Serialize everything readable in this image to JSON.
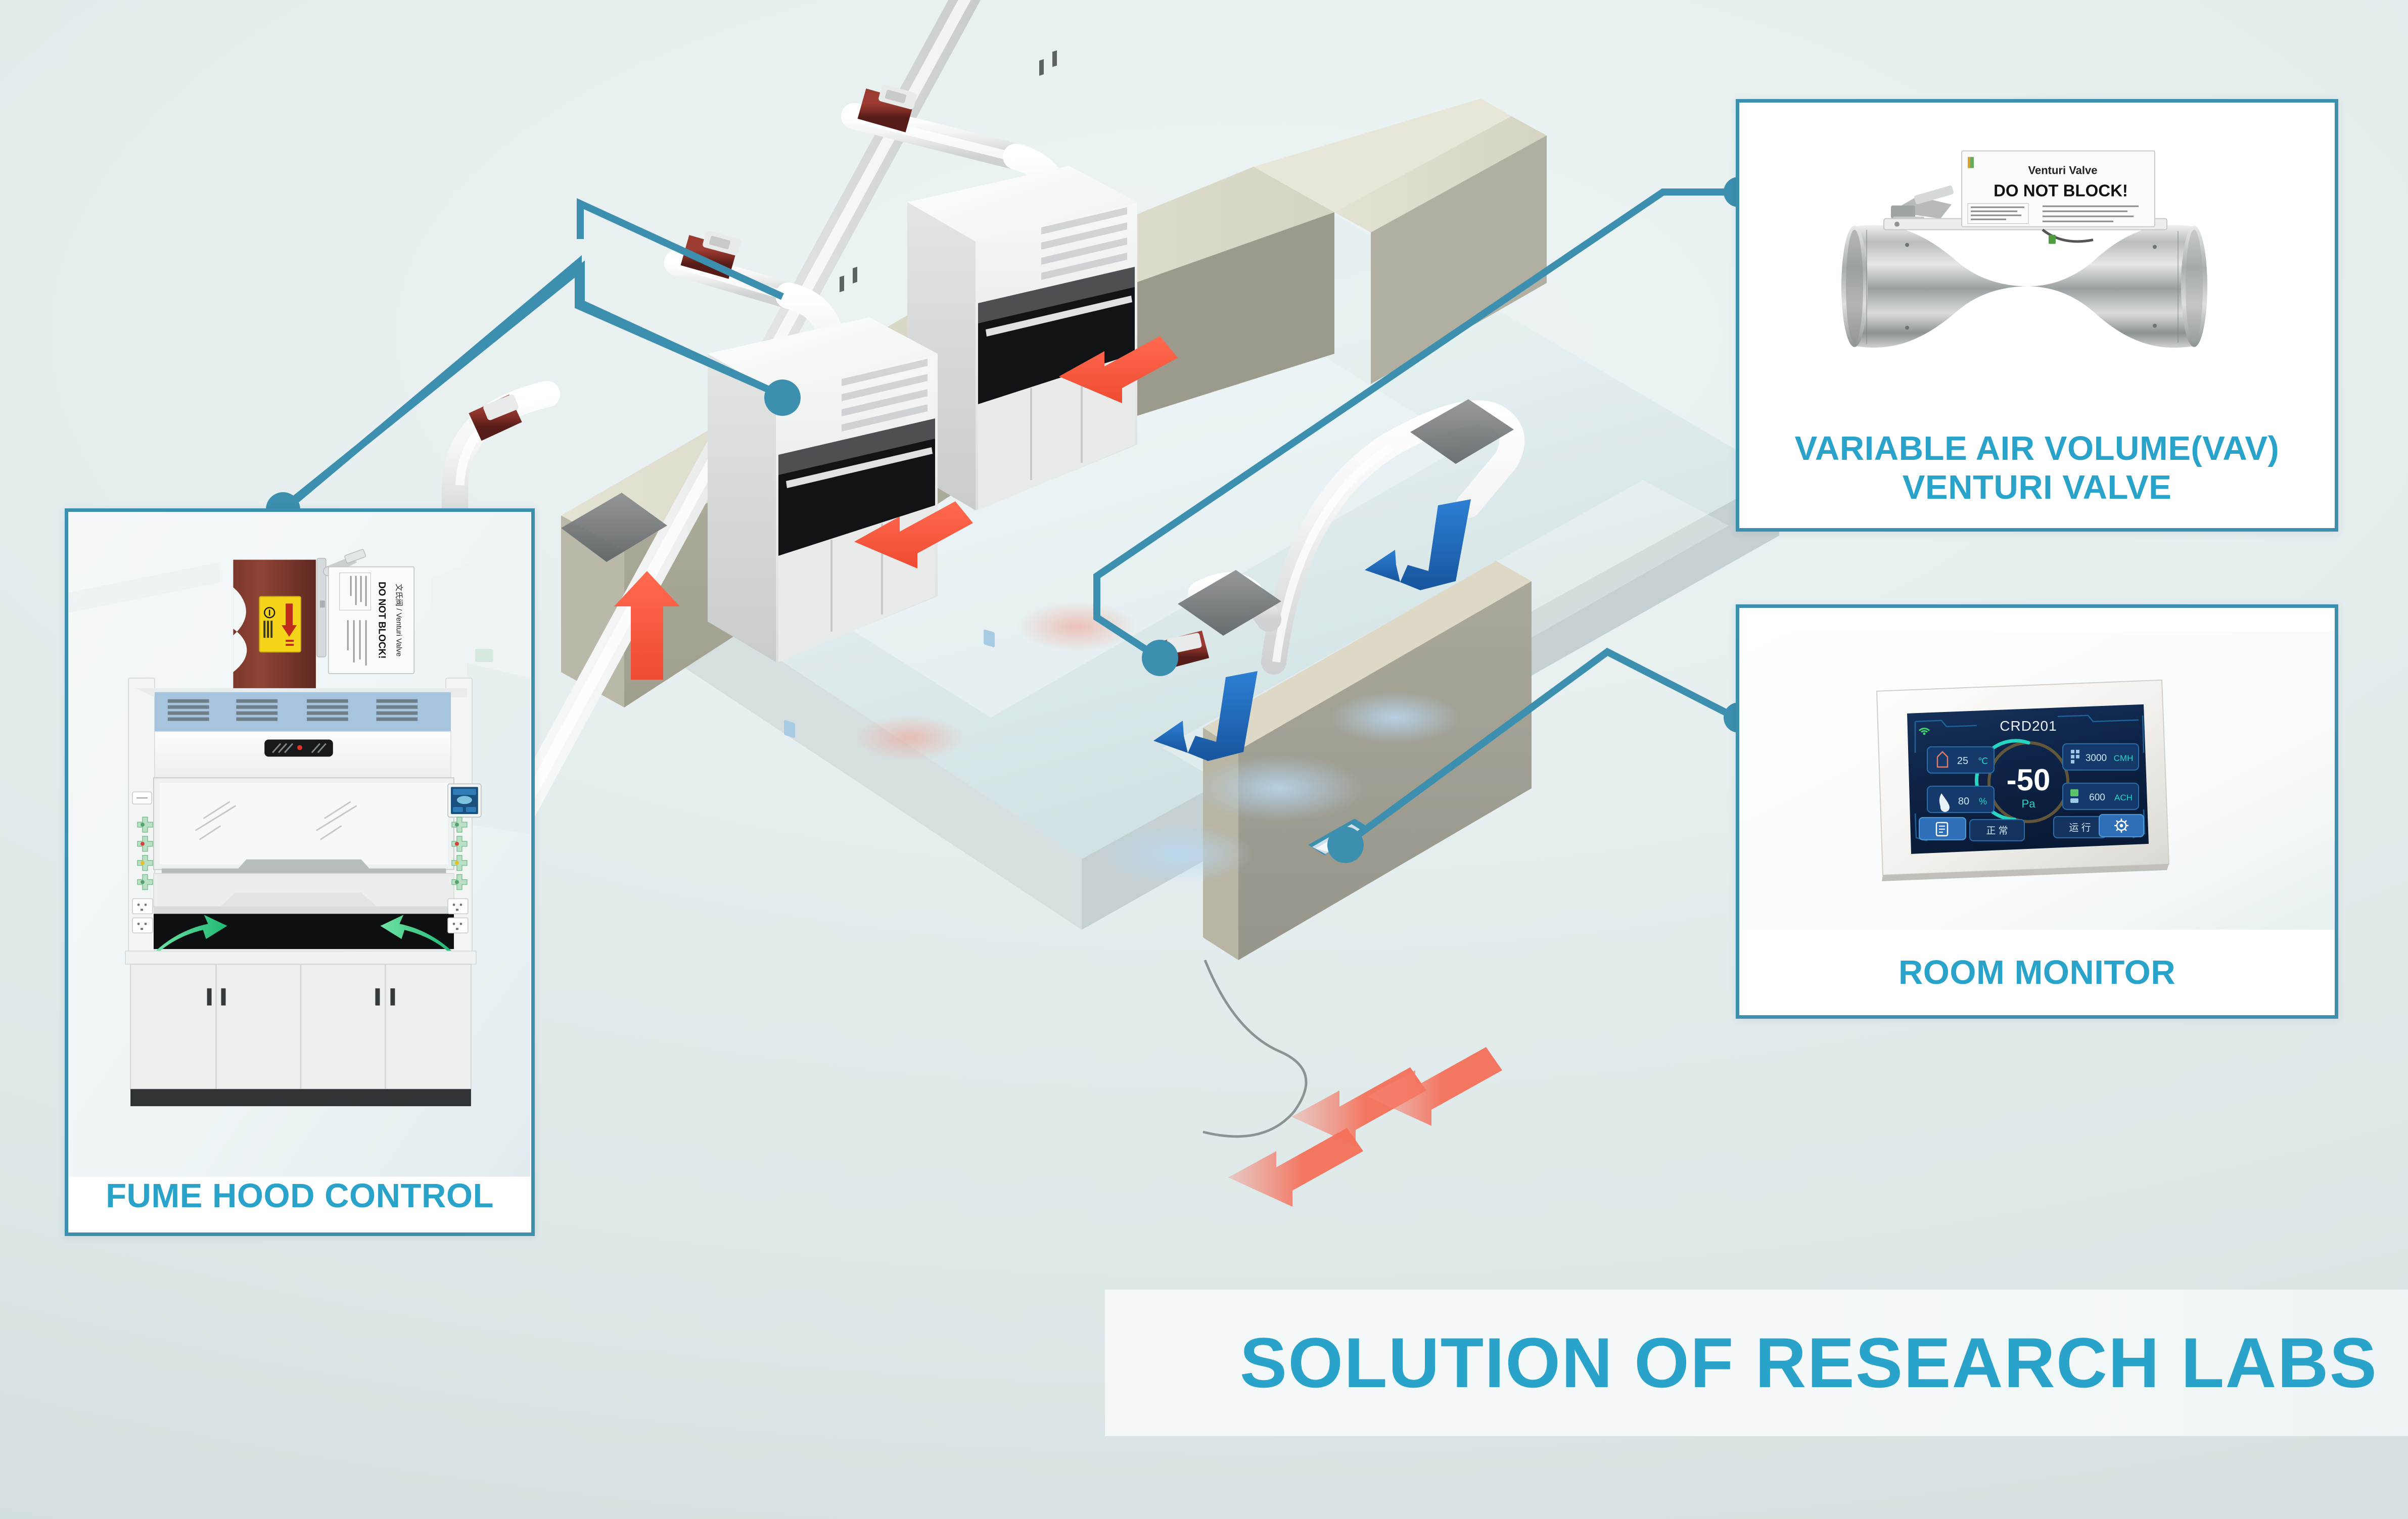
{
  "page": {
    "title": "SOLUTION OF RESEARCH LABS",
    "accent_color": "#29a3c9",
    "border_color": "#3c8fae",
    "background_color": "#dfe8e9"
  },
  "callouts": [
    {
      "id": "vav",
      "caption_line1": "VARIABLE AIR VOLUME(VAV)",
      "caption_line2": "VENTURI VALVE",
      "image": {
        "subject": "venturi-valve-photograph",
        "label_title": "Venturi Valve",
        "label_warning": "DO NOT BLOCK!"
      }
    },
    {
      "id": "room",
      "caption_line1": "ROOM MONITOR",
      "caption_line2": "",
      "image": {
        "subject": "room-monitor-touchscreen",
        "screen": {
          "room_id": "CRD201",
          "pressure_value": "-50",
          "pressure_unit": "Pa",
          "temperature": "25",
          "temperature_unit": "℃",
          "humidity": "80",
          "humidity_unit": "%",
          "airflow": "3000",
          "airflow_unit": "CMH",
          "air_changes": "600",
          "air_changes_unit": "ACH",
          "button_left_label": "正 常",
          "button_right_label": "运 行",
          "icon_left": "document-icon",
          "icon_right": "gear-icon",
          "status_icon": "wifi-icon"
        }
      }
    },
    {
      "id": "hood",
      "caption_line1": "FUME HOOD CONTROL",
      "caption_line2": "",
      "image": {
        "subject": "fume-hood-front-view-diagram",
        "valve_label_title": "文氏阀 / Venturi Valve",
        "valve_label_warning": "DO NOT BLOCK!",
        "hazard_sticker": "warning-arrow-sticker"
      }
    }
  ],
  "scene": {
    "name": "isometric-laboratory-cutaway",
    "elements": {
      "fume_hood_count": 2,
      "exhaust_duct_color": "#f2f2f2",
      "venturi_valve_color": "#7a2b24",
      "exhaust_arrow_color": "#f4563d",
      "supply_arrow_color": "#1f6fc4",
      "wall_color": "#a9a89a",
      "floor_color": "#e3eef0"
    }
  }
}
